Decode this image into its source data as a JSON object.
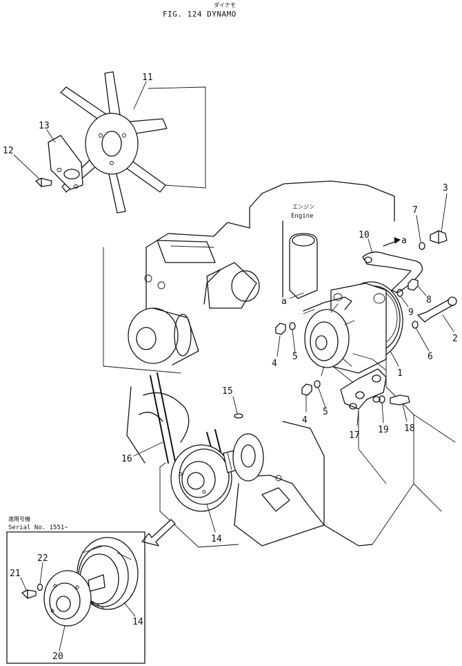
{
  "figure": {
    "title": "FIG. 124  DYNAMO",
    "title_jp": "ダイナモ"
  },
  "labels": {
    "engine_jp": "エンジン",
    "engine": "Engine",
    "marker_a": "a",
    "inset_jp": "適用号機",
    "serial": "Serial No. 1551~"
  },
  "callouts": [
    "11",
    "13",
    "12",
    "3",
    "7",
    "10",
    "8",
    "9",
    "2",
    "6",
    "4",
    "5",
    "1",
    "4",
    "5",
    "15",
    "17",
    "19",
    "18",
    "16",
    "14",
    "22",
    "21",
    "14",
    "20"
  ]
}
